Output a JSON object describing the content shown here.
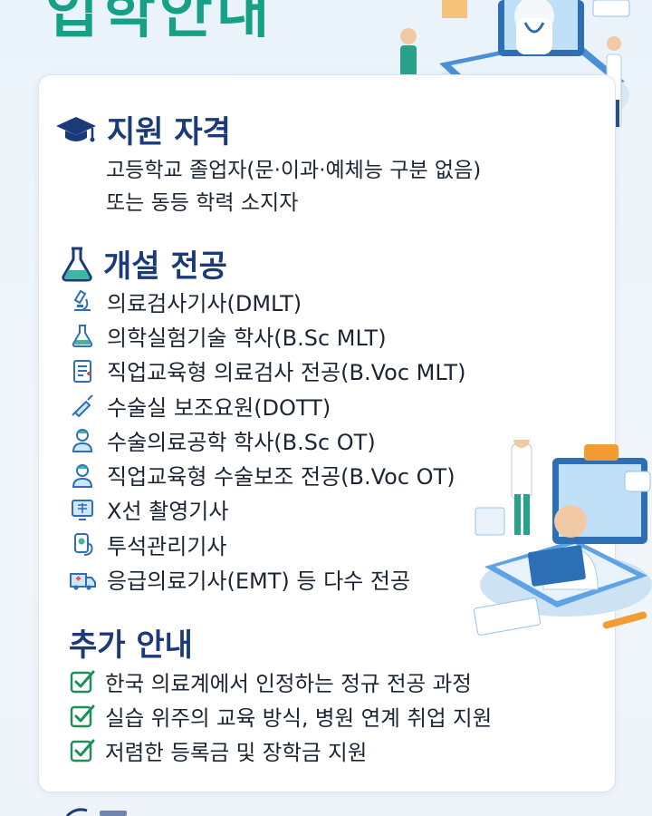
{
  "page": {
    "top_title": "입학안내"
  },
  "qualification": {
    "heading": "지원 자격",
    "icon": "graduation-cap-icon",
    "lines": [
      "고등학교 졸업자(문·이과·예체능 구분 없음)",
      "또는 동등 학력 소지자"
    ]
  },
  "majors": {
    "heading": "개설 전공",
    "icon": "flask-icon",
    "items": [
      {
        "label": "의료검사기사(DMLT)",
        "icon": "microscope-icon"
      },
      {
        "label": "의학실험기술 학사(B.Sc MLT)",
        "icon": "flask-icon"
      },
      {
        "label": "직업교육형 의료검사 전공(B.Voc MLT)",
        "icon": "clipboard-icon"
      },
      {
        "label": "수술실 보조요원(DOTT)",
        "icon": "syringe-icon"
      },
      {
        "label": "수술의료공학 학사(B.Sc OT)",
        "icon": "surgeon-icon"
      },
      {
        "label": "직업교육형 수술보조 전공(B.Voc OT)",
        "icon": "surgeon-icon"
      },
      {
        "label": "X선 촬영기사",
        "icon": "xray-monitor-icon"
      },
      {
        "label": "투석관리기사",
        "icon": "dialysis-icon"
      },
      {
        "label": "응급의료기사(EMT) 등 다수 전공",
        "icon": "ambulance-icon"
      }
    ]
  },
  "extras": {
    "heading": "추가 안내",
    "items": [
      "한국 의료계에서 인정하는 정규 전공 과정",
      "실습 위주의 교육 방식, 병원 연계 취업 지원",
      "저렴한 등록금 및 장학금 지원"
    ]
  },
  "colors": {
    "heading": "#1b3a7a",
    "accent_green": "#16a085",
    "check_green": "#1e8f5a",
    "icon_blue": "#2f6fb5"
  }
}
